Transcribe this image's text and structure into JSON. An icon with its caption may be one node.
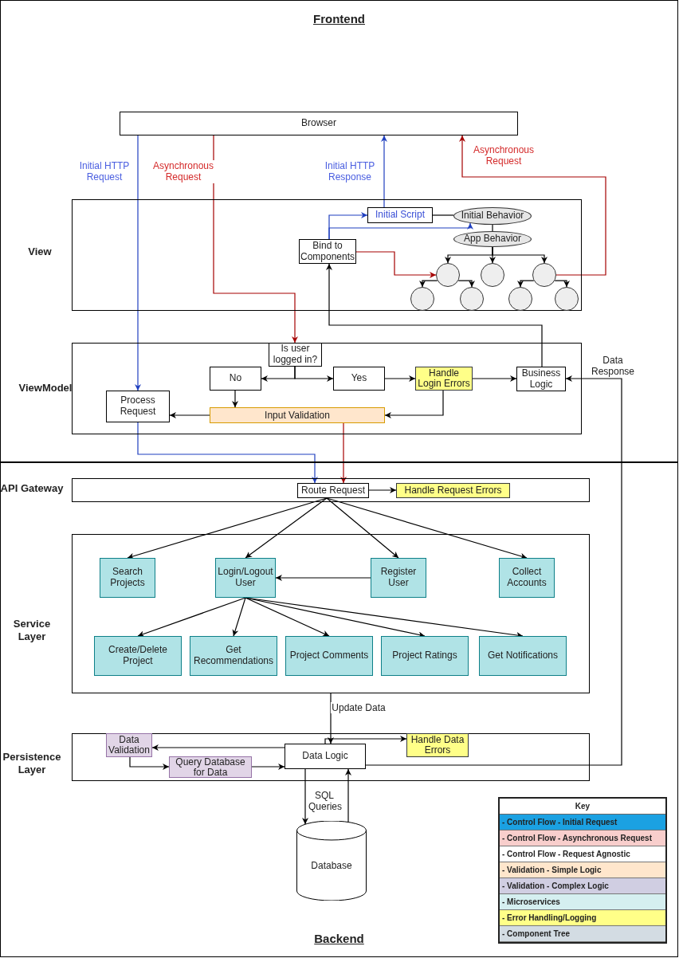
{
  "diagram": {
    "nodes": [
      {
        "text": [
          "Frontend"
        ]
      },
      {
        "text": [
          "Browser"
        ],
        "in": 0
      },
      {
        "text": [],
        "shape": "box",
        "in": 0
      },
      {
        "text": [
          "Initial Script"
        ],
        "in": 2
      },
      {
        "text": [
          "Initial Behavior"
        ],
        "in": 2
      },
      {
        "text": [
          "App Behavior"
        ],
        "in": 2
      },
      {
        "text": [
          "Bind to Components"
        ],
        "in": 2
      },
      {
        "text": [],
        "shape": "circle",
        "in": 2
      },
      {
        "text": [],
        "shape": "circle",
        "in": 2
      },
      {
        "text": [],
        "shape": "circle",
        "in": 2
      },
      {
        "text": [],
        "shape": "circle",
        "in": 2
      },
      {
        "text": [],
        "shape": "circle",
        "in": 2
      },
      {
        "text": [],
        "shape": "circle",
        "in": 2
      },
      {
        "text": [],
        "shape": "circle",
        "in": 2
      },
      {
        "text": [],
        "shape": "box",
        "in": 0
      },
      {
        "text": [
          "Is user logged in?"
        ],
        "in": 14
      },
      {
        "text": [
          "No"
        ],
        "in": 14
      },
      {
        "text": [
          "Yes"
        ],
        "in": 14
      },
      {
        "text": [
          "Handle Login Errors"
        ],
        "in": 14
      },
      {
        "text": [
          "Business Logic"
        ],
        "in": 14
      },
      {
        "text": [
          "Process Request"
        ],
        "in": 14
      },
      {
        "text": [
          "Input Validation"
        ],
        "in": 14
      },
      {
        "text": [
          "Backend"
        ]
      },
      {
        "text": [],
        "shape": "box",
        "in": 22
      },
      {
        "text": [
          "Route Request"
        ],
        "in": 23
      },
      {
        "text": [
          "Handle Request Errors"
        ],
        "in": 23
      },
      {
        "text": [],
        "shape": "box",
        "in": 22
      },
      {
        "text": [
          "Search Projects"
        ],
        "in": 26
      },
      {
        "text": [
          "Login/Logout User"
        ],
        "in": 26
      },
      {
        "text": [
          "Register User"
        ],
        "in": 26
      },
      {
        "text": [
          "Collect Accounts"
        ],
        "in": 26
      },
      {
        "text": [
          "Create/Delete Project"
        ],
        "in": 26
      },
      {
        "text": [
          "Get Recommendations"
        ],
        "in": 26
      },
      {
        "text": [
          "Project Comments"
        ],
        "in": 26
      },
      {
        "text": [
          "Project Ratings"
        ],
        "in": 26
      },
      {
        "text": [
          "Get Notifications"
        ],
        "in": 26
      },
      {
        "text": [],
        "shape": "box",
        "in": 22
      },
      {
        "text": [
          "Data Validation"
        ],
        "in": 36
      },
      {
        "text": [
          "Query Database for Data"
        ],
        "in": 36
      },
      {
        "text": [
          "Data Logic"
        ],
        "in": 36
      },
      {
        "text": [
          "Handle Data Errors"
        ],
        "in": 36
      },
      {
        "text": [
          "Database"
        ],
        "in": 22
      }
    ],
    "edges": [
      {
        "from": 1,
        "to": 20,
        "arrow": "to",
        "label": "Initial HTTP Request",
        "color": "#1f3fbf"
      },
      {
        "from": 1,
        "to": 15,
        "arrow": "to",
        "label": "Asynchronous Request",
        "color": "#a50000"
      },
      {
        "from": 3,
        "to": 1,
        "arrow": "to",
        "label": "Initial HTTP Response",
        "color": "#1f3fbf"
      },
      {
        "from": 9,
        "to": 1,
        "arrow": "to",
        "label": "Asynchronous Request",
        "color": "#a50000"
      },
      {
        "from": 6,
        "to": 3,
        "arrow": "to",
        "color": "#1f3fbf"
      },
      {
        "from": 6,
        "to": 4,
        "arrow": "to",
        "color": "#1f3fbf"
      },
      {
        "from": 3,
        "to": 4,
        "arrow": "none"
      },
      {
        "from": 4,
        "to": 5,
        "arrow": "none"
      },
      {
        "from": 5,
        "to": 7,
        "arrow": "to"
      },
      {
        "from": 5,
        "to": 8,
        "arrow": "to"
      },
      {
        "from": 5,
        "to": 9,
        "arrow": "to"
      },
      {
        "from": 6,
        "to": 7,
        "arrow": "to",
        "color": "#a50000"
      },
      {
        "from": 7,
        "to": 10,
        "arrow": "to"
      },
      {
        "from": 7,
        "to": 11,
        "arrow": "to"
      },
      {
        "from": 9,
        "to": 12,
        "arrow": "to"
      },
      {
        "from": 9,
        "to": 13,
        "arrow": "to"
      },
      {
        "from": 19,
        "to": 6,
        "arrow": "to"
      },
      {
        "from": 15,
        "to": 16,
        "arrow": "to"
      },
      {
        "from": 15,
        "to": 17,
        "arrow": "to"
      },
      {
        "from": 17,
        "to": 18,
        "arrow": "to"
      },
      {
        "from": 18,
        "to": 19,
        "arrow": "to"
      },
      {
        "from": 16,
        "to": 21,
        "arrow": "to"
      },
      {
        "from": 18,
        "to": 21,
        "arrow": "to"
      },
      {
        "from": 21,
        "to": 20,
        "arrow": "to"
      },
      {
        "from": 20,
        "to": 24,
        "arrow": "to",
        "color": "#1f3fbf"
      },
      {
        "from": 21,
        "to": 24,
        "arrow": "to",
        "color": "#a50000"
      },
      {
        "from": 24,
        "to": 25,
        "arrow": "to"
      },
      {
        "from": 24,
        "to": 27,
        "arrow": "to"
      },
      {
        "from": 24,
        "to": 28,
        "arrow": "to"
      },
      {
        "from": 24,
        "to": 29,
        "arrow": "to"
      },
      {
        "from": 24,
        "to": 30,
        "arrow": "to"
      },
      {
        "from": 29,
        "to": 28,
        "arrow": "to"
      },
      {
        "from": 28,
        "to": 31,
        "arrow": "to"
      },
      {
        "from": 28,
        "to": 32,
        "arrow": "to"
      },
      {
        "from": 28,
        "to": 33,
        "arrow": "to"
      },
      {
        "from": 28,
        "to": 34,
        "arrow": "to"
      },
      {
        "from": 28,
        "to": 35,
        "arrow": "to"
      },
      {
        "from": 26,
        "to": 39,
        "arrow": "to",
        "label": "Update Data"
      },
      {
        "from": 39,
        "to": 37,
        "arrow": "to"
      },
      {
        "from": 39,
        "to": 40,
        "arrow": "to"
      },
      {
        "from": 37,
        "to": 38,
        "arrow": "to"
      },
      {
        "from": 38,
        "to": 39,
        "arrow": "to"
      },
      {
        "from": 39,
        "to": 19,
        "arrow": "to",
        "label": "Data Response"
      },
      {
        "from": 39,
        "to": 41,
        "arrow": "to",
        "label": "SQL Queries"
      },
      {
        "from": 41,
        "to": 39,
        "arrow": "to"
      }
    ],
    "labels": [
      "View",
      "ViewModel",
      "API Gateway",
      "Service Layer",
      "Persistence Layer",
      "Key"
    ],
    "legend": [
      {
        "text": "- Control Flow - Initial Request",
        "color": "#1ba1e2"
      },
      {
        "text": "- Control Flow - Asynchronous Request",
        "color": "#f8cecc"
      },
      {
        "text": "- Control Flow - Request Agnostic",
        "color": "#ffffff"
      },
      {
        "text": "- Validation - Simple Logic",
        "color": "#ffe6cc"
      },
      {
        "text": "- Validation - Complex Logic",
        "color": "#d0cee2"
      },
      {
        "text": "- Microservices",
        "color": "#d5eff0"
      },
      {
        "text": "- Error Handling/Logging",
        "color": "#ffff88"
      },
      {
        "text": "- Component Tree",
        "color": "#d3dce3"
      }
    ]
  }
}
